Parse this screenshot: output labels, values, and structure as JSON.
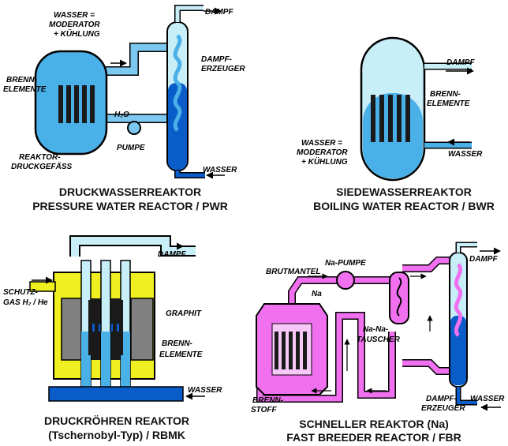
{
  "pwr": {
    "wasser_moderator": [
      "WASSER =",
      "MODERATOR",
      "+ KÜHLUNG"
    ],
    "dampf": "DAMPF",
    "dampferzeuger": [
      "DAMPF-",
      "ERZEUGER"
    ],
    "brennelemente": [
      "BRENN-",
      "ELEMENTE"
    ],
    "h2o": "H₂O",
    "pumpe": "PUMPE",
    "reaktor": [
      "REAKTOR-",
      "DRUCKGEFÄSS"
    ],
    "wasser": "WASSER",
    "title_de": "DRUCKWASSERREAKTOR",
    "title_en": "PRESSURE  WATER REACTOR / PWR"
  },
  "bwr": {
    "dampf": "DAMPF",
    "brennelemente": [
      "BRENN-",
      "ELEMENTE"
    ],
    "wasser_moderator": [
      "WASSER =",
      "MODERATOR",
      "+ KÜHLUNG"
    ],
    "wasser": "WASSER",
    "title_de": "SIEDEWASSERREAKTOR",
    "title_en": "BOILING WATER REACTOR / BWR"
  },
  "rbmk": {
    "dampf": "DAMPF",
    "schutzgas": [
      "SCHUTZ-",
      "GAS H₂ / He"
    ],
    "graphit": "GRAPHIT",
    "brennelemente": [
      "BRENN-",
      "ELEMENTE"
    ],
    "wasser": "WASSER",
    "title_de": "DRUCKRÖHREN REAKTOR",
    "title_en": "(Tschernobyl-Typ) / RBMK"
  },
  "fbr": {
    "brutmantel": "BRUTMANTEL",
    "na_pumpe": "Na-PUMPE",
    "na": "Na",
    "na_na_tauscher": [
      "Na-Na-",
      "TAUSCHER"
    ],
    "dampf": "DAMPF",
    "brennstoff": [
      "BRENN-",
      "STOFF"
    ],
    "dampferzeuger": [
      "DAMPF-",
      "ERZEUGER"
    ],
    "wasser": "WASSER",
    "title_de": "SCHNELLER REAKTOR (Na)",
    "title_en": "FAST BREEDER REACTOR / FBR"
  },
  "colors": {
    "water_light": "#c8eef8",
    "water_mid": "#4ab0e8",
    "water_dark": "#0a5cc8",
    "fuel": "#1a1a1a",
    "graphite": "#808080",
    "shield_yellow": "#f0f020",
    "sodium_pink": "#f070f0"
  }
}
